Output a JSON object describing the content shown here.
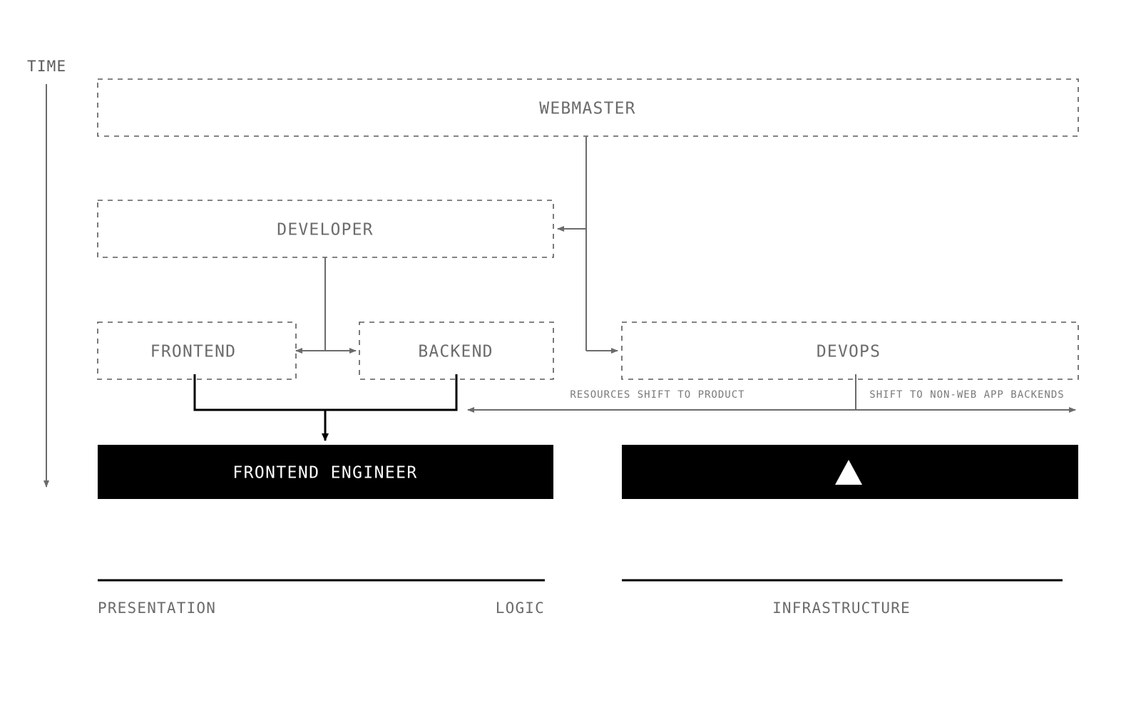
{
  "diagram": {
    "time_axis": {
      "label": "TIME",
      "direction": "downward"
    },
    "roles": [
      {
        "id": "webmaster",
        "label": "WEBMASTER",
        "era": 1
      },
      {
        "id": "developer",
        "label": "DEVELOPER",
        "era": 2
      },
      {
        "id": "frontend",
        "label": "FRONTEND",
        "era": 3
      },
      {
        "id": "backend",
        "label": "BACKEND",
        "era": 3
      },
      {
        "id": "devops",
        "label": "DEVOPS",
        "era": 3
      }
    ],
    "outcomes": [
      {
        "id": "frontend-engineer",
        "label": "FRONTEND ENGINEER",
        "style": "filled"
      },
      {
        "id": "infrastructure-outcome",
        "label": "",
        "style": "filled",
        "icon": "triangle-up-icon"
      }
    ],
    "flow_captions": [
      {
        "id": "resources-shift",
        "label": "RESOURCES SHIFT TO PRODUCT",
        "direction": "left"
      },
      {
        "id": "nonweb-shift",
        "label": "SHIFT TO NON-WEB APP BACKENDS",
        "direction": "right"
      }
    ],
    "sections": [
      {
        "id": "presentation",
        "label": "PRESENTATION",
        "align": "left"
      },
      {
        "id": "logic",
        "label": "LOGIC",
        "align": "right"
      },
      {
        "id": "infrastructure",
        "label": "INFRASTRUCTURE",
        "align": "center"
      }
    ],
    "colors": {
      "background": "#ffffff",
      "box_stroke": "#5a5a5a",
      "box_text": "#6b6b6b",
      "filled_box": "#000000",
      "filled_box_text": "#ffffff",
      "connector_gray": "#6b6b6b",
      "connector_black": "#000000",
      "caption_text": "#7a7a7a"
    }
  }
}
